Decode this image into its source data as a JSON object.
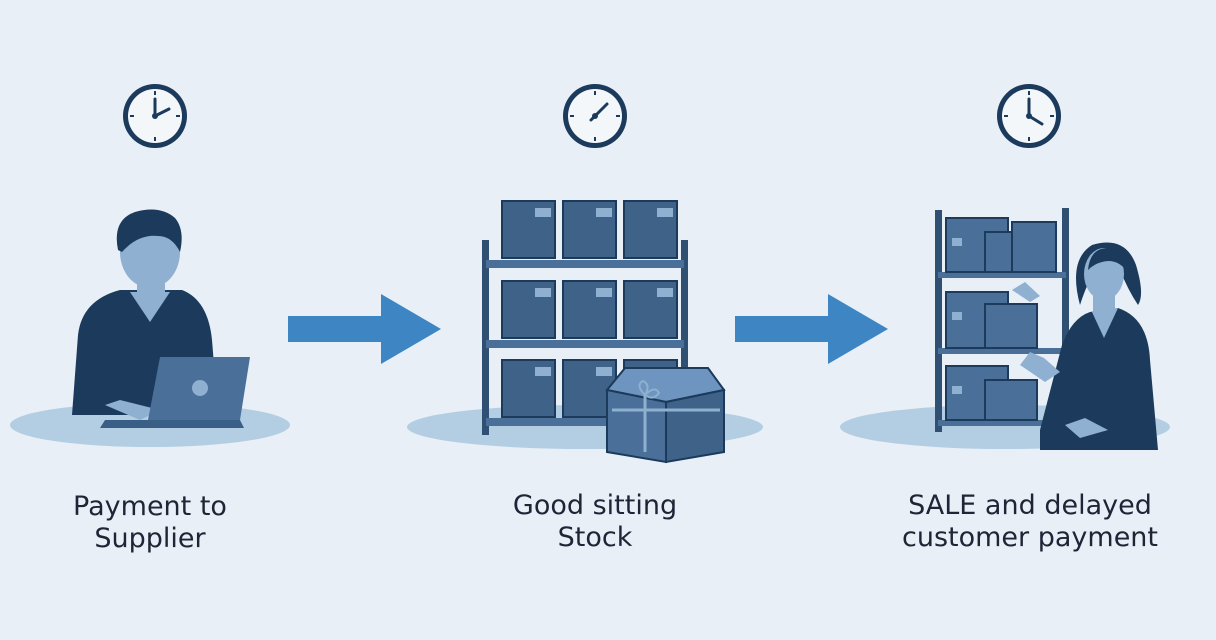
{
  "stages": [
    {
      "caption_lines": [
        "Payment to",
        "Supplier"
      ]
    },
    {
      "caption_lines": [
        "Good sitting",
        "Stock"
      ]
    },
    {
      "caption_lines": [
        "SALE and delayed",
        "customer payment"
      ]
    }
  ],
  "icons": [
    "clock-icon",
    "arrow-right-icon",
    "person-laptop-icon",
    "shelf-boxes-icon",
    "gift-box-icon",
    "person-shelf-icon"
  ],
  "colors": {
    "background": "#e8eff6",
    "dark_navy": "#1b3a5c",
    "mid_blue": "#4a7099",
    "arrow_blue": "#3d86c3",
    "platform": "#b3cde3",
    "caption_text": "#1d2536"
  }
}
